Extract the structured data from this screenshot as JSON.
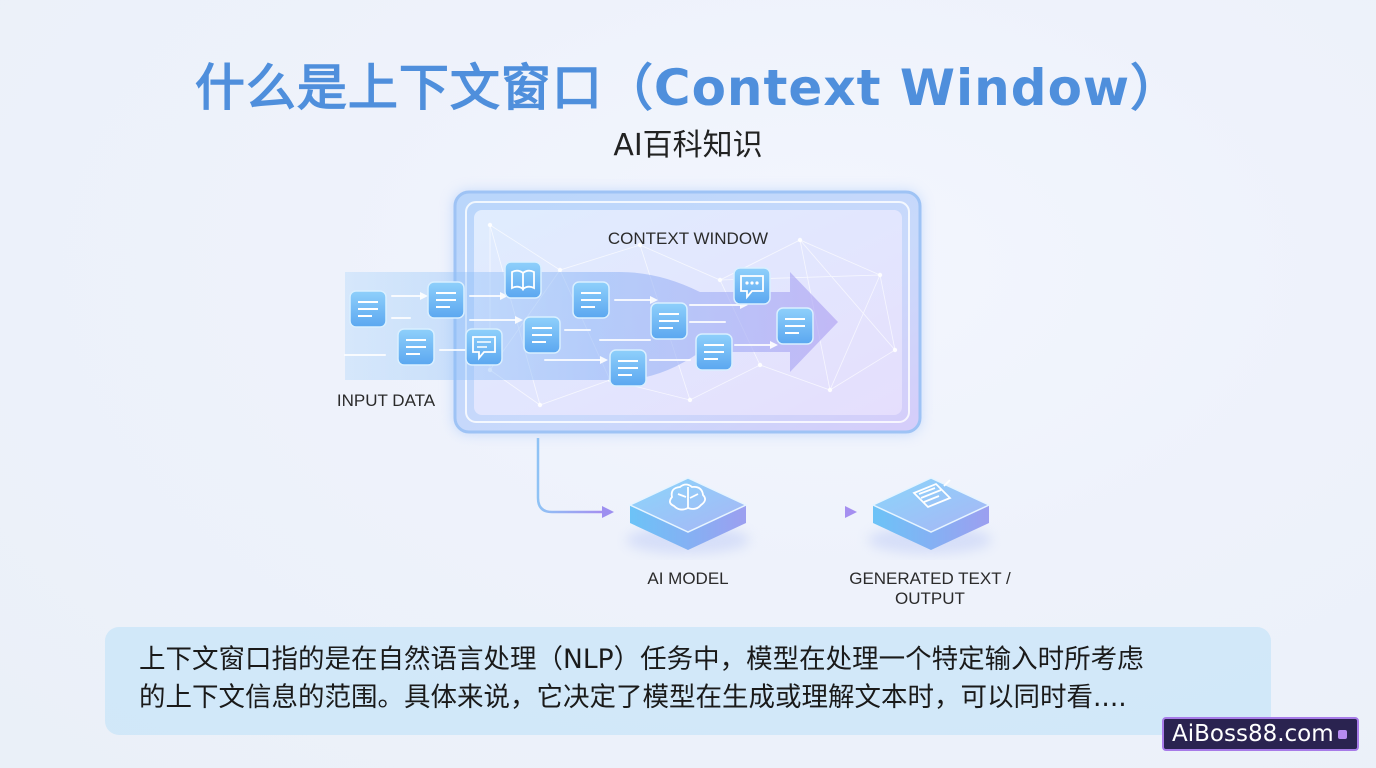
{
  "header": {
    "title": "什么是上下文窗口（Context Window）",
    "subtitle": "AI百科知识"
  },
  "diagram": {
    "context_window_label": "CONTEXT WINDOW",
    "input_label": "INPUT DATA",
    "model_label": "AI MODEL",
    "output_label_line1": "GENERATED TEXT /",
    "output_label_line2": "OUTPUT",
    "colors": {
      "accent_blue": "#4f8fdc",
      "window_fill": "#c9dcfa",
      "window_border": "#8fb8f2",
      "purple": "#b39af2",
      "card": "#6fb8f4"
    },
    "icons": [
      "document-icon",
      "book-icon",
      "chat-bubble-icon",
      "brain-icon",
      "text-document-icon"
    ]
  },
  "description": {
    "line1": "上下文窗口指的是在自然语言处理（NLP）任务中，模型在处理一个特定输入时所考虑",
    "line2": "的上下文信息的范围。具体来说，它决定了模型在生成或理解文本时，可以同时看...."
  },
  "watermark": {
    "text": "AiBoss88.com"
  }
}
